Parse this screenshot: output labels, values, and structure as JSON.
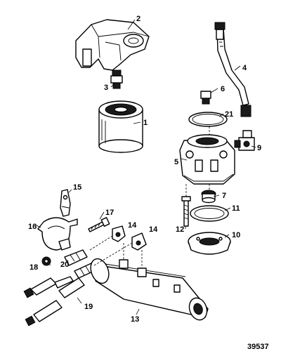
{
  "diagram": {
    "figure_number": "39537",
    "callouts": {
      "c1": "1",
      "c2": "2",
      "c3": "3",
      "c4": "4",
      "c5": "5",
      "c6": "6",
      "c7": "7",
      "c9": "9",
      "c10": "10",
      "c11": "11",
      "c12": "12",
      "c13": "13",
      "c14a": "14",
      "c14b": "14",
      "c15": "15",
      "c16": "16",
      "c17": "17",
      "c18": "18",
      "c19": "19",
      "c20": "20",
      "c21": "21"
    }
  }
}
